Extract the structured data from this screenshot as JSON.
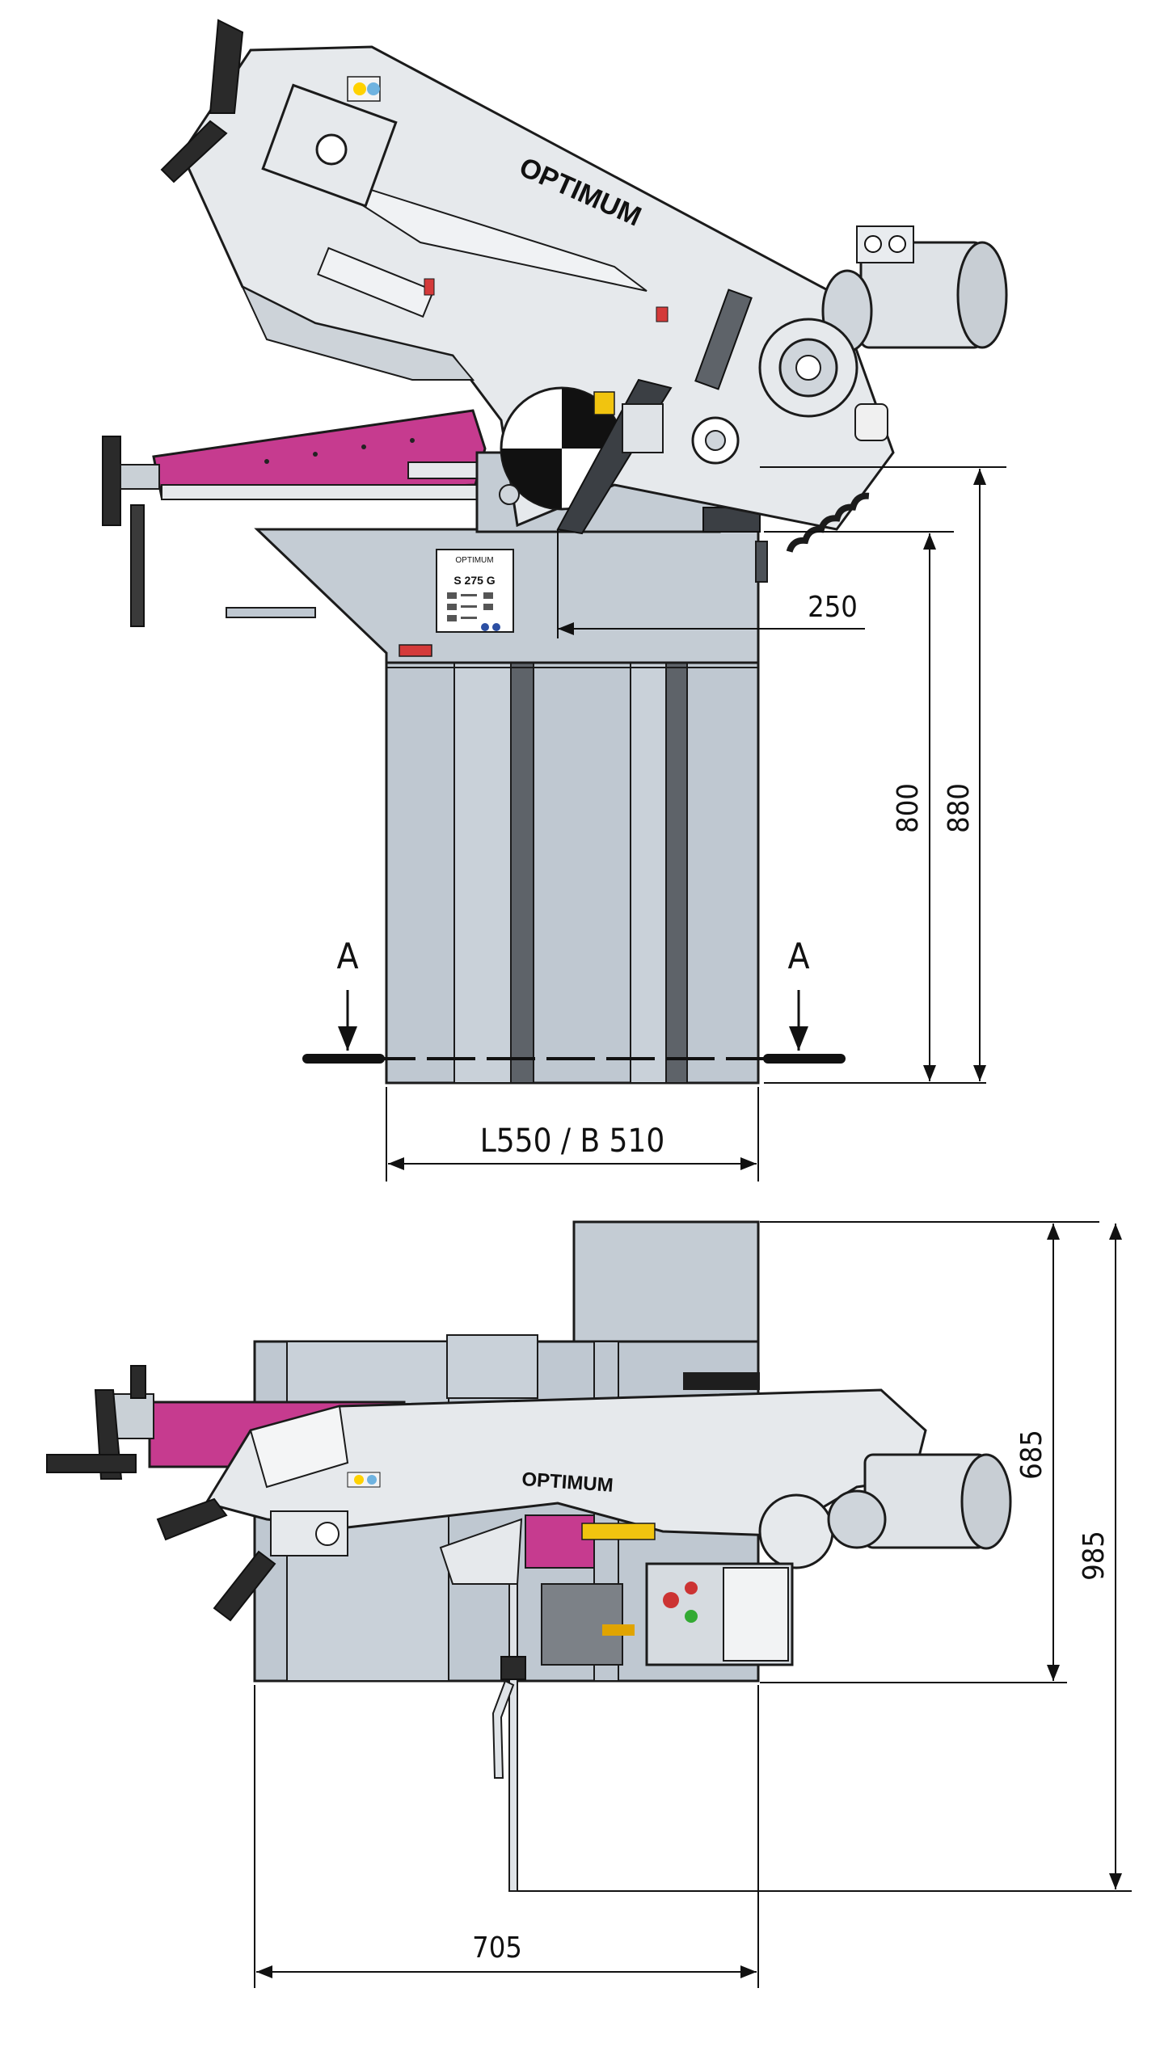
{
  "drawing": {
    "brand": "OPTIMUM",
    "nameplate": {
      "brand": "OPTIMUM",
      "model": "S 275 G"
    },
    "section_marker": "A",
    "dimensions": {
      "side_width": "L550 / B 510",
      "depth_offset": "250",
      "table_height": "800",
      "total_height": "880",
      "top_width": "705",
      "top_depth": "685",
      "top_overall": "985"
    },
    "colors": {
      "body": "#bfc8d1",
      "body_dark": "#9aa4ae",
      "accent": "#c63b8f",
      "metal": "#e6e9ec",
      "outline": "#1b1b1b",
      "dim_line": "#111111"
    }
  }
}
